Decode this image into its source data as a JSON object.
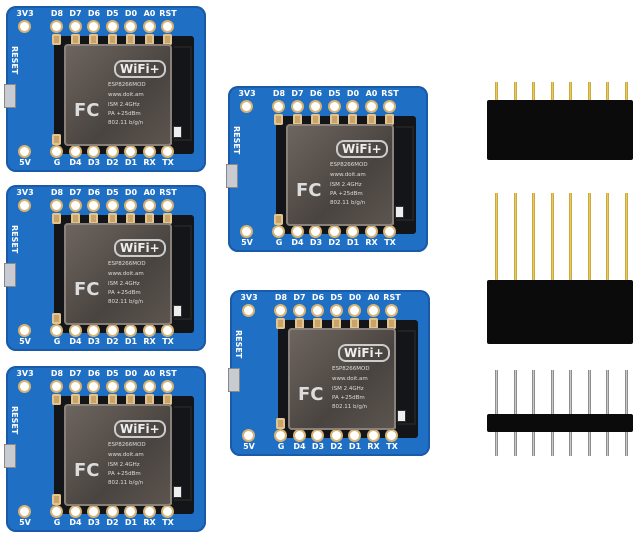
{
  "board": {
    "top_labels": [
      "3V3",
      "D8",
      "D7",
      "D6",
      "D5",
      "D0",
      "A0",
      "RST"
    ],
    "bottom_labels": [
      "5V",
      "G",
      "D4",
      "D3",
      "D2",
      "D1",
      "RX",
      "TX"
    ],
    "reset_label": "RESET",
    "chip": {
      "logo": "WiFi+",
      "model": "ESP8266MOD",
      "website": "www.doit.am",
      "ism": "ISM  2.4GHz",
      "pa": "PA  +25dBm",
      "standard": "802.11 b/g/n",
      "fc_mark": "FC"
    }
  },
  "boards_count": 5,
  "headers": [
    "female-short",
    "female-long",
    "male"
  ],
  "colors": {
    "pcb": "#1f6fc4",
    "pin": "#d8b54a",
    "header": "#0b0b0b"
  }
}
